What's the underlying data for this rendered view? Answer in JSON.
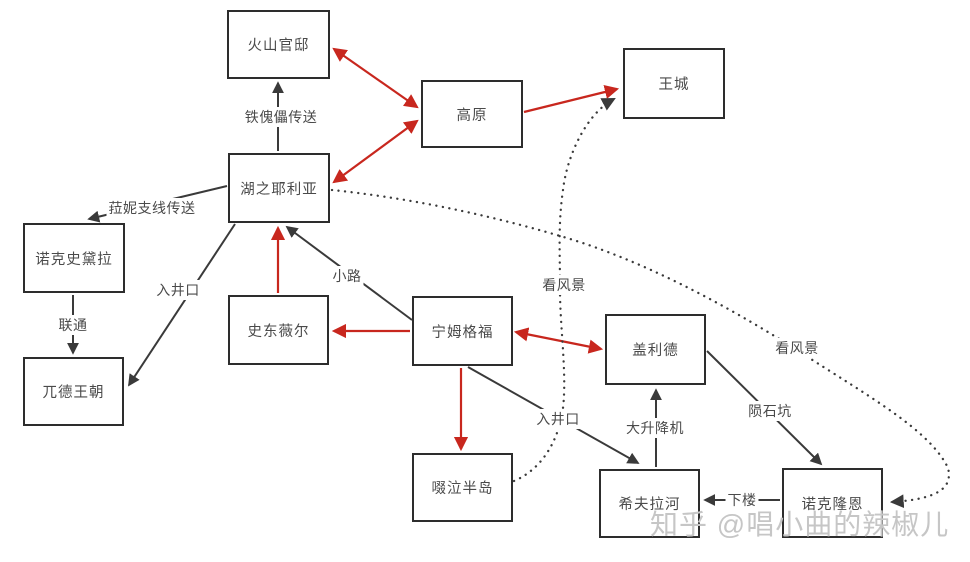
{
  "diagram": {
    "title": "Elden Ring region connection map (fan-made flowchart)",
    "colors": {
      "line_black": "#3a3a3a",
      "line_red": "#c8271e",
      "box_border": "#2d2d2d",
      "text": "#4a4a4a",
      "watermark": "#c6c6c6"
    },
    "nodes": {
      "volcano_manor": {
        "label": "火山官邸"
      },
      "plateau": {
        "label": "高原"
      },
      "royal_capital": {
        "label": "王城"
      },
      "liurnia": {
        "label": "湖之耶利亚"
      },
      "nokstella": {
        "label": "诺克史黛拉"
      },
      "stormveil": {
        "label": "史东薇尔"
      },
      "limgrave": {
        "label": "宁姆格福"
      },
      "caelid": {
        "label": "盖利德"
      },
      "eternal_dynasty": {
        "label": "兀德王朝"
      },
      "weeping_peninsula": {
        "label": "啜泣半岛"
      },
      "siofra_river": {
        "label": "希夫拉河"
      },
      "nokron": {
        "label": "诺克隆恩"
      }
    },
    "edge_labels": {
      "iron_golem_teleport": "铁傀儡传送",
      "ranni_quest_teleport": "菈妮支线传送",
      "connected": "联通",
      "well_entrance_1": "入井口",
      "trail": "小路",
      "viewpoint_1": "看风景",
      "viewpoint_2": "看风景",
      "well_entrance_2": "入井口",
      "great_lift": "大升降机",
      "meteor_crater": "陨石坑",
      "downstairs": "下楼"
    },
    "edges": [
      {
        "from": "volcano_manor",
        "to": "plateau",
        "color": "red",
        "style": "solid",
        "arrows": "both",
        "label": ""
      },
      {
        "from": "liurnia",
        "to": "plateau",
        "color": "red",
        "style": "solid",
        "arrows": "both",
        "label": ""
      },
      {
        "from": "plateau",
        "to": "royal_capital",
        "color": "red",
        "style": "solid",
        "arrows": "end",
        "label": ""
      },
      {
        "from": "liurnia",
        "to": "volcano_manor",
        "color": "black",
        "style": "solid",
        "arrows": "end",
        "label": "铁傀儡传送"
      },
      {
        "from": "liurnia",
        "to": "nokstella",
        "color": "black",
        "style": "solid",
        "arrows": "end",
        "label": "菈妮支线传送"
      },
      {
        "from": "nokstella",
        "to": "eternal_dynasty",
        "color": "black",
        "style": "solid",
        "arrows": "end",
        "label": "联通"
      },
      {
        "from": "liurnia",
        "to": "eternal_dynasty",
        "color": "black",
        "style": "solid",
        "arrows": "end",
        "label": "入井口"
      },
      {
        "from": "stormveil",
        "to": "liurnia",
        "color": "red",
        "style": "solid",
        "arrows": "end",
        "label": ""
      },
      {
        "from": "limgrave",
        "to": "liurnia",
        "color": "black",
        "style": "solid",
        "arrows": "end",
        "label": "小路"
      },
      {
        "from": "limgrave",
        "to": "stormveil",
        "color": "red",
        "style": "solid",
        "arrows": "end",
        "label": ""
      },
      {
        "from": "limgrave",
        "to": "caelid",
        "color": "red",
        "style": "solid",
        "arrows": "both",
        "label": ""
      },
      {
        "from": "limgrave",
        "to": "weeping_peninsula",
        "color": "red",
        "style": "solid",
        "arrows": "end",
        "label": ""
      },
      {
        "from": "limgrave",
        "to": "siofra_river",
        "color": "black",
        "style": "solid",
        "arrows": "end",
        "label": "入井口"
      },
      {
        "from": "siofra_river",
        "to": "caelid",
        "color": "black",
        "style": "solid",
        "arrows": "end",
        "label": "大升降机"
      },
      {
        "from": "caelid",
        "to": "nokron",
        "color": "black",
        "style": "solid",
        "arrows": "end",
        "label": "陨石坑"
      },
      {
        "from": "nokron",
        "to": "siofra_river",
        "color": "black",
        "style": "solid",
        "arrows": "end",
        "label": "下楼"
      },
      {
        "from": "weeping_peninsula",
        "to": "royal_capital",
        "color": "black",
        "style": "dotted",
        "arrows": "end",
        "label": "看风景"
      },
      {
        "from": "liurnia",
        "to": "nokron",
        "color": "black",
        "style": "dotted",
        "arrows": "end",
        "label": "看风景"
      }
    ],
    "watermark": "知乎 @唱小曲的辣椒儿"
  }
}
